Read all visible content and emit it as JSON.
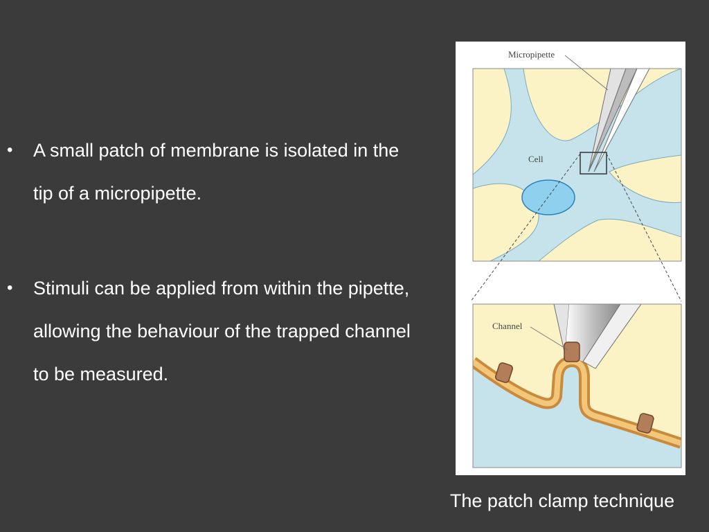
{
  "bullets": [
    {
      "text": "A small patch of membrane is isolated in the tip of a micropipette."
    },
    {
      "text": "Stimuli can be applied from within the pipette, allowing the behaviour of the trapped channel to be measured."
    }
  ],
  "figure": {
    "label_micropipette": "Micropipette",
    "label_cell": "Cell",
    "label_channel": "Channel"
  },
  "caption": "The patch clamp technique",
  "colors": {
    "background": "#3b3b3b",
    "cytoplasm": "#c6e3ec",
    "extracellular": "#fbf2c6",
    "membrane_outer": "#c98a3c",
    "membrane_inner": "#f3c77a",
    "channel": "#b47d5a"
  }
}
